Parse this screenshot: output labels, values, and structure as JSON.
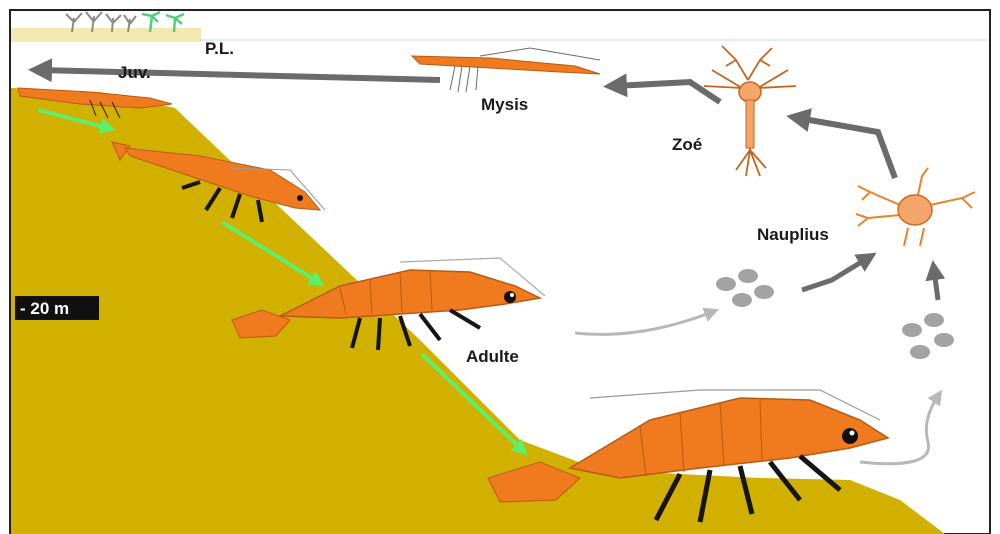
{
  "diagram": {
    "stages": {
      "pl": "P.L.",
      "juv": "Juv.",
      "mysis": "Mysis",
      "zoe": "Zoé",
      "nauplius": "Nauplius",
      "adulte": "Adulte"
    },
    "depth_marker": "- 20 m",
    "colors": {
      "seabed": "#d2b000",
      "shrimp": "#f07a1e",
      "larva": "#e8852a",
      "egg": "#a3a3a3",
      "arrow_dark": "#6b6b6b",
      "arrow_light": "#b8b8b8",
      "arrow_green": "#5cf06a",
      "legs": "#151515"
    }
  }
}
